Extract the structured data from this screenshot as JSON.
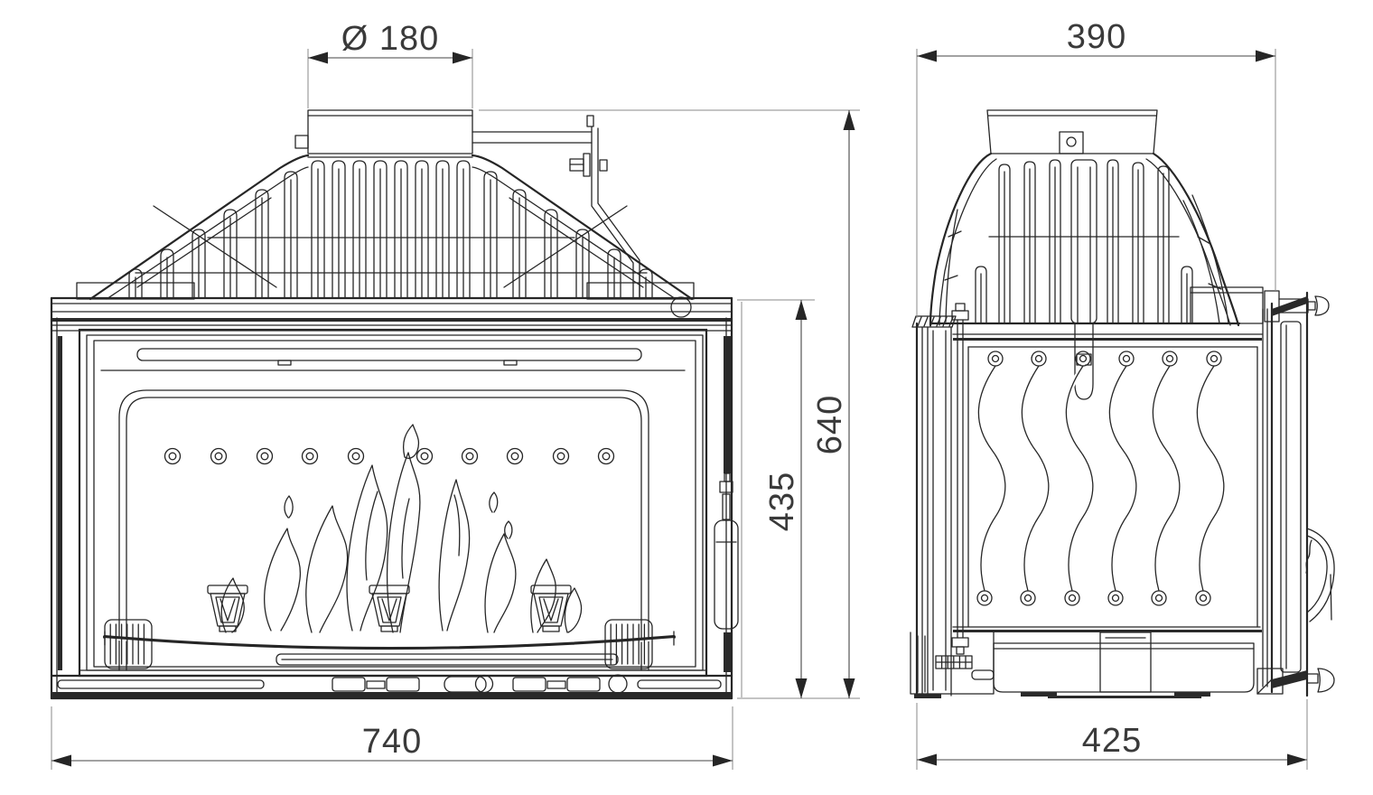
{
  "colors": {
    "background": "#ffffff",
    "line": "#262626",
    "dimension_text": "#3a3a3a"
  },
  "front_view": {
    "dimensions": {
      "flue_diameter": {
        "value": "Ø 180",
        "orientation": "horizontal",
        "position": "top"
      },
      "overall_width": {
        "value": "740",
        "orientation": "horizontal",
        "position": "bottom"
      },
      "overall_height": {
        "value": "640",
        "orientation": "vertical",
        "position": "right"
      },
      "firebox_height": {
        "value": "435",
        "orientation": "vertical",
        "position": "right"
      }
    }
  },
  "side_view": {
    "dimensions": {
      "top_width": {
        "value": "390",
        "orientation": "horizontal",
        "position": "top"
      },
      "overall_depth": {
        "value": "425",
        "orientation": "horizontal",
        "position": "bottom"
      }
    }
  }
}
